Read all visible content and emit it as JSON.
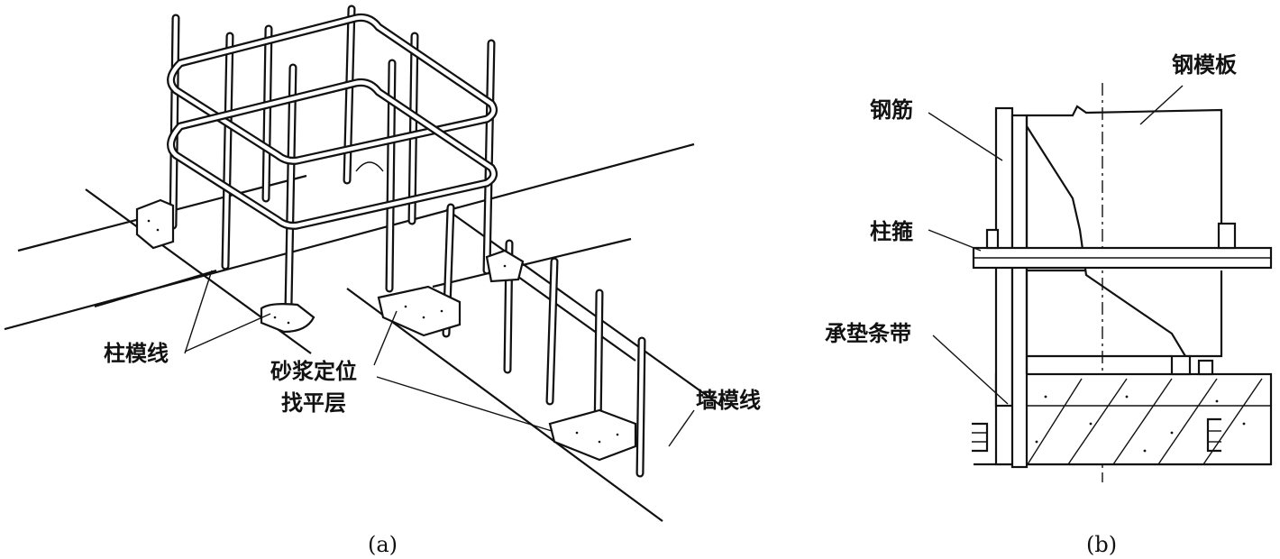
{
  "figure_a": {
    "caption": "(a)",
    "labels": {
      "column_form_line": "柱模线",
      "mortar_leveling_line1": "砂浆定位",
      "mortar_leveling_line2": "找平层",
      "wall_form_line": "墙模线"
    }
  },
  "figure_b": {
    "caption": "(b)",
    "labels": {
      "steel_formwork": "钢模板",
      "rebar": "钢筋",
      "column_hoop": "柱箍",
      "bearing_strip": "承垫条带"
    }
  }
}
